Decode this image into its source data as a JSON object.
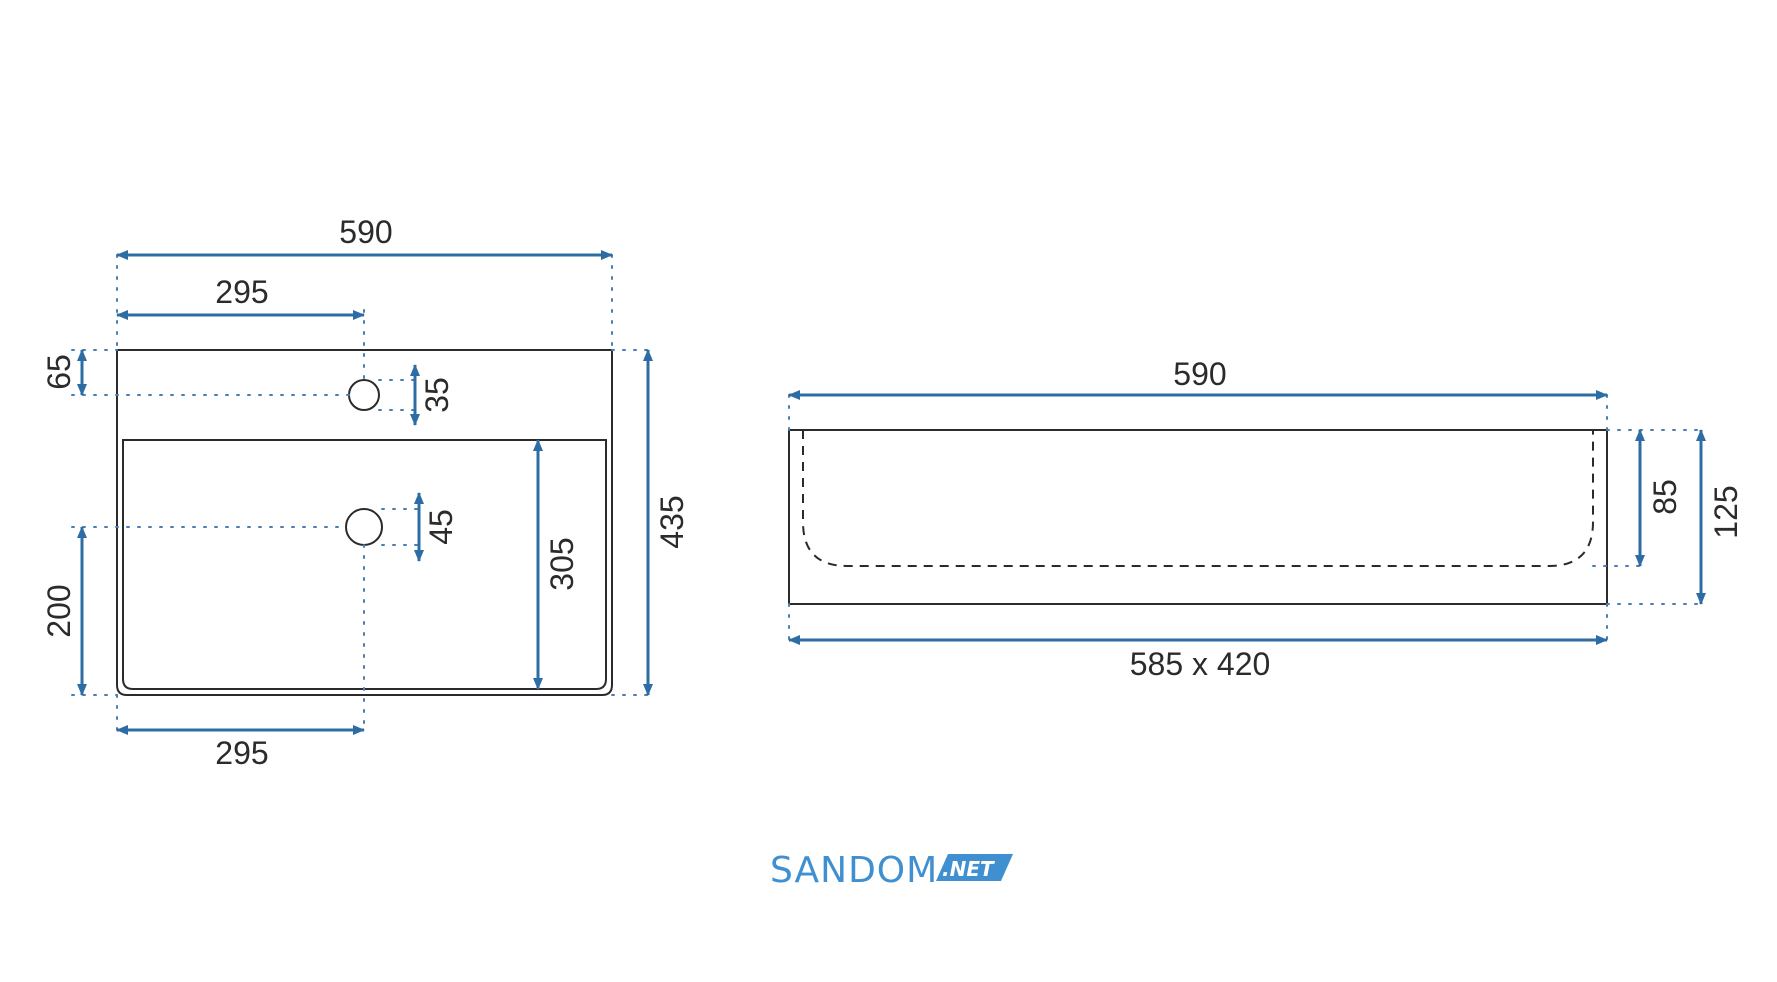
{
  "top_view": {
    "overall_width": "590",
    "tap_hole_offset_top": "295",
    "tap_hole_offset_bottom": "295",
    "tap_hole_from_back": "65",
    "tap_hole_diameter": "35",
    "drain_diameter": "45",
    "drain_from_front": "200",
    "bowl_depth": "305",
    "overall_depth": "435"
  },
  "side_view": {
    "overall_width": "590",
    "bowl_height": "85",
    "overall_height": "125",
    "base_size": "585 x 420"
  },
  "logo": {
    "brand": "SANDOM",
    "tld": ".NET",
    "brand_color": "#3f8fd1"
  },
  "colors": {
    "dimension_arrow": "#2e6da4",
    "outline": "#2b2b2b"
  }
}
